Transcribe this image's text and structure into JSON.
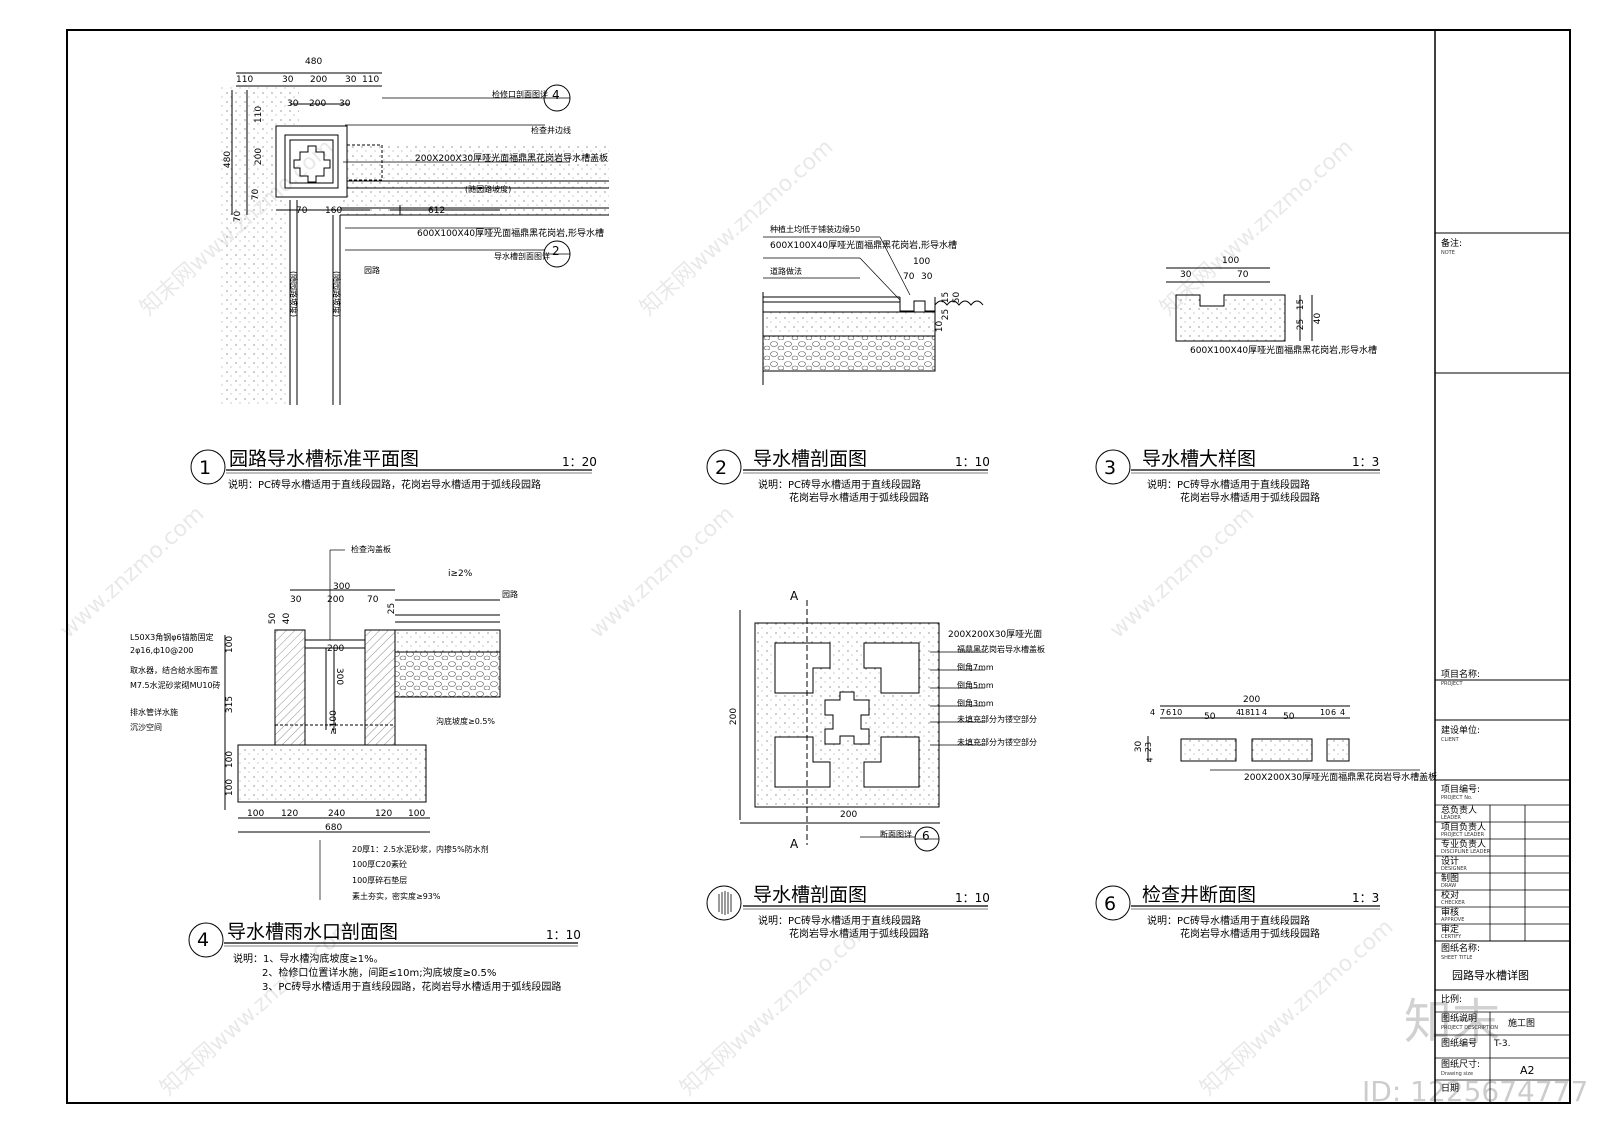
{
  "drawings": {
    "d1": {
      "num": "1",
      "title": "园路导水槽标准平面图",
      "scale": "1：20",
      "note1": "说明：PC砖导水槽适用于直线段园路，花岗岩导水槽适用于弧线段园路",
      "note2": ""
    },
    "d2": {
      "num": "2",
      "title": "导水槽剖面图",
      "scale": "1：10",
      "note1": "说明：PC砖导水槽适用于直线段园路",
      "note2": "花岗岩导水槽适用于弧线段园路"
    },
    "d3": {
      "num": "3",
      "title": "导水槽大样图",
      "scale": "1：3",
      "note1": "说明：PC砖导水槽适用于直线段园路",
      "note2": "花岗岩导水槽适用于弧线段园路"
    },
    "d4": {
      "num": "4",
      "title": "导水槽雨水口剖面图",
      "scale": "1：10",
      "note1": "说明：1、导水槽沟底坡度≥1%。",
      "note2": "2、检修口位置详水施，间距≤10m;沟底坡度≥0.5%",
      "note3": "3、PC砖导水槽适用于直线段园路，花岗岩导水槽适用于弧线段园路"
    },
    "d5": {
      "title": "导水槽剖面图",
      "scale": "1：10",
      "note1": "说明：PC砖导水槽适用于直线段园路",
      "note2": "花岗岩导水槽适用于弧线段园路"
    },
    "d6": {
      "num": "6",
      "title": "检查井断面图",
      "scale": "1：3",
      "note1": "说明：PC砖导水槽适用于直线段园路",
      "note2": "花岗岩导水槽适用于弧线段园路"
    }
  },
  "plan1": {
    "dims_top": [
      "480",
      "110",
      "30",
      "200",
      "30",
      "110"
    ],
    "dims_left": [
      "480",
      "110",
      "200",
      "70",
      "70"
    ],
    "dims_inner": [
      "30",
      "200",
      "30",
      "70",
      "160",
      "612"
    ],
    "labels": [
      "检修口剖面图详",
      "检查井边线",
      "200X200X30厚哑光面福鼎黑花岗岩导水槽盖板",
      "(随园路坡度)",
      "600X100X40厚哑光面福鼎黑花岗岩,形导水槽",
      "导水槽剖面图详",
      "园路",
      "(随园路坡度)",
      "(随园路坡度)"
    ],
    "refs": [
      "4",
      "2"
    ]
  },
  "sec2": {
    "labels": [
      "种植土均低于铺装边缘50",
      "600X100X40厚哑光面福鼎黑花岗岩,形导水槽",
      "道路做法"
    ],
    "dims": [
      "100",
      "70",
      "30",
      "50",
      "15",
      "25",
      "10"
    ]
  },
  "det3": {
    "dims": [
      "100",
      "30",
      "70",
      "40",
      "15",
      "25"
    ],
    "label": "600X100X40厚哑光面福鼎黑花岗岩,形导水槽"
  },
  "sec4": {
    "top_labels": [
      "检查沟盖板",
      "i≥2%",
      "园路"
    ],
    "dims_top": [
      "300",
      "30",
      "200",
      "70",
      "50",
      "40",
      "25",
      "200"
    ],
    "left_labels": [
      "L50X3角钢φ6锚筋固定",
      "2φ16,ф10@200",
      "取水器，结合给水图布置",
      "M7.5水泥砂浆砌MU10砖",
      "排水管详水施",
      "沉沙空间"
    ],
    "dims_left": [
      "100",
      "315",
      "100",
      "100"
    ],
    "dims_inner": [
      "300",
      "≥100",
      "沟底坡度≥0.5%"
    ],
    "dims_bottom": [
      "100",
      "120",
      "240",
      "120",
      "100",
      "680"
    ],
    "layers": [
      "20厚1：2.5水泥砂浆，内掺5%防水剂",
      "100厚C20素砼",
      "100厚碎石垫层",
      "素土夯实，密实度≥93%"
    ]
  },
  "sec5": {
    "section_mark": "A",
    "dims": [
      "200",
      "200"
    ],
    "labels": [
      "200X200X30厚哑光面",
      "福鼎黑花岗岩导水槽盖板",
      "倒角7mm",
      "倒角5mm",
      "倒角3mm",
      "未填充部分为镂空部分",
      "未填充部分为镂空部分"
    ],
    "ref_label": "断面图详",
    "ref_num": "6"
  },
  "sec6": {
    "dims_top": [
      "200",
      "7",
      "6",
      "10",
      "4",
      "50",
      "4",
      "18",
      "11",
      "4",
      "50",
      "10",
      "6",
      "4"
    ],
    "dims_left": [
      "30",
      "23",
      "4"
    ],
    "label": "200X200X30厚哑光面福鼎黑花岗岩导水槽盖板"
  },
  "title_block": {
    "note_label": "备注:",
    "note_sub": "NOTE",
    "project_label": "项目名称:",
    "project_sub": "PROJECT",
    "client_label": "建设单位:",
    "client_sub": "CLIENT",
    "rows": [
      {
        "label": "项目编号:",
        "sub": "PROJECT No."
      },
      {
        "label": "总负责人",
        "sub": "LEADER"
      },
      {
        "label": "项目负责人",
        "sub": "PROJECT LEADER"
      },
      {
        "label": "专业负责人",
        "sub": "DISCIPLINE LEADER"
      },
      {
        "label": "设计",
        "sub": "DESIGNER"
      },
      {
        "label": "制图",
        "sub": "DRAW"
      },
      {
        "label": "校对",
        "sub": "CHECKER"
      },
      {
        "label": "审核",
        "sub": "APPROVE"
      },
      {
        "label": "审定",
        "sub": "CERTIFY"
      }
    ],
    "sheet_title_label": "图纸名称:",
    "sheet_title_sub": "SHEET TITLE",
    "sheet_title": "园路导水槽详图",
    "ratio_label": "比例:",
    "desc_label": "图纸说明",
    "desc_sub": "PROJECT DESCRIPTION",
    "desc_value": "施工图",
    "number_label": "图纸编号",
    "number_value": "T-3.",
    "size_label": "图纸尺寸:",
    "size_sub": "Drawing size",
    "size_value": "A2",
    "date_label": "日期"
  },
  "watermarks": {
    "site": "www.znzmo.com",
    "brand": "知末网",
    "logo": "知末",
    "id": "ID: 1225674777"
  }
}
